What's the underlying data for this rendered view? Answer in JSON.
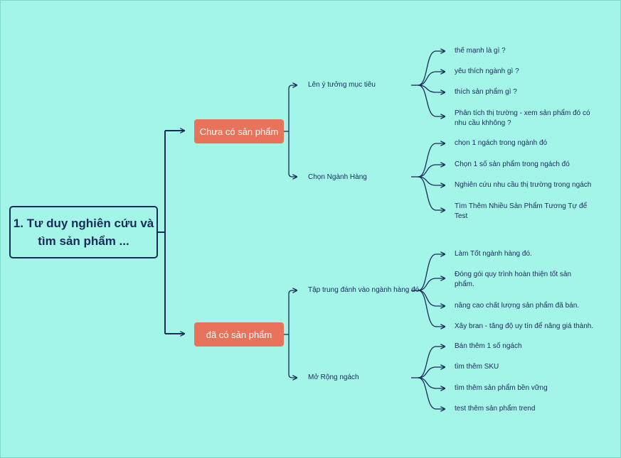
{
  "root": {
    "line1": "1. Tư duy nghiên cứu và",
    "line2": "tìm sản phẩm ..."
  },
  "branches": [
    {
      "label": "Chưa có sản phẩm",
      "subs": [
        {
          "label": "Lên ý tưởng mục tiêu",
          "leaves": [
            [
              "thế mạnh là gì ?"
            ],
            [
              "yêu thích ngành gì ?"
            ],
            [
              "thích sản phẩm gì ?"
            ],
            [
              "Phân tích thị trường - xem sản phẩm đó có",
              "nhu cầu khhông ?"
            ]
          ]
        },
        {
          "label": "Chọn Ngành Hàng",
          "leaves": [
            [
              "chọn 1 ngách trong ngành đó"
            ],
            [
              "Chọn 1 số sản phẩm trong ngách đó"
            ],
            [
              "Nghiên cứu nhu cầu thị trường trong ngách"
            ],
            [
              "Tìm Thêm Nhiều Sản Phẩm Tương Tự để",
              "Test"
            ]
          ]
        }
      ]
    },
    {
      "label": "đã có sản phẩm",
      "subs": [
        {
          "label": "Tập trung đánh vào ngành hàng đó",
          "leaves": [
            [
              "Làm Tốt ngành hàng đó."
            ],
            [
              "Đóng gói quy trình hoàn thiện tốt sản",
              "phẩm."
            ],
            [
              "nâng cao chất lượng sản phẩm đã bán."
            ],
            [
              "Xây bran - tăng độ uy tín để nâng giá thành."
            ]
          ]
        },
        {
          "label": "Mở Rộng ngách",
          "leaves": [
            [
              "Bán thêm 1 số ngách"
            ],
            [
              "tìm thêm SKU"
            ],
            [
              "tìm thêm sản phẩm bền vững"
            ],
            [
              "test thêm sản phẩm trend"
            ]
          ]
        }
      ]
    }
  ],
  "colors": {
    "background": "#a3f5e8",
    "line": "#1a2a5a",
    "branch_fill": "#e8735a",
    "branch_text": "#ffffff"
  }
}
